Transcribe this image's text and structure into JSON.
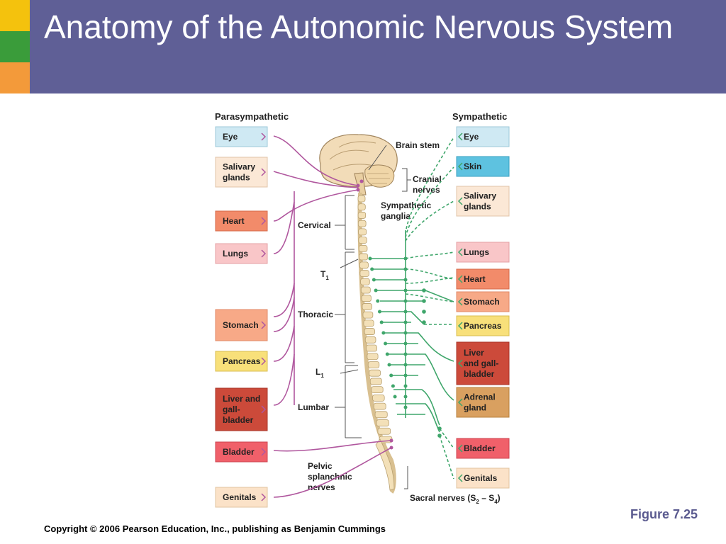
{
  "slide": {
    "title": "Anatomy of the Autonomic Nervous System",
    "figure": "Figure 7.25",
    "copyright": "Copyright © 2006 Pearson Education, Inc., publishing as Benjamin Cummings"
  },
  "colors": {
    "title_bar": "#5f5f96",
    "accent_yellow": "#f4c20d",
    "accent_green": "#3a9c3a",
    "accent_orange": "#f39a3a",
    "parasympathetic_nerve": "#b0579e",
    "sympathetic_nerve": "#3fa66b"
  },
  "parasympathetic": {
    "header": "Parasympathetic",
    "organs": [
      {
        "line1": "Eye",
        "line2": "",
        "icon": "eye"
      },
      {
        "line1": "Salivary",
        "line2": "glands",
        "icon": "salivary-glands"
      },
      {
        "line1": "Heart",
        "line2": "",
        "icon": "heart"
      },
      {
        "line1": "Lungs",
        "line2": "",
        "icon": "lungs"
      },
      {
        "line1": "Stomach",
        "line2": "",
        "icon": "stomach"
      },
      {
        "line1": "Pancreas",
        "line2": "",
        "icon": "pancreas"
      },
      {
        "line1": "Liver and",
        "line2": "gall-",
        "line3": "bladder",
        "icon": "liver"
      },
      {
        "line1": "Bladder",
        "line2": "",
        "icon": "bladder"
      },
      {
        "line1": "Genitals",
        "line2": "",
        "icon": "genitals"
      }
    ]
  },
  "sympathetic": {
    "header": "Sympathetic",
    "organs": [
      {
        "line1": "Eye",
        "line2": "",
        "icon": "eye"
      },
      {
        "line1": "Skin",
        "line2": "",
        "icon": "skin"
      },
      {
        "line1": "Salivary",
        "line2": "glands",
        "icon": "salivary-glands"
      },
      {
        "line1": "Lungs",
        "line2": "",
        "icon": "lungs"
      },
      {
        "line1": "Heart",
        "line2": "",
        "icon": "heart"
      },
      {
        "line1": "Stomach",
        "line2": "",
        "icon": "stomach"
      },
      {
        "line1": "Pancreas",
        "line2": "",
        "icon": "pancreas"
      },
      {
        "line1": "Liver",
        "line2": "and gall-",
        "line3": "bladder",
        "icon": "liver"
      },
      {
        "line1": "Adrenal",
        "line2": "gland",
        "icon": "adrenal-gland"
      },
      {
        "line1": "Bladder",
        "line2": "",
        "icon": "bladder"
      },
      {
        "line1": "Genitals",
        "line2": "",
        "icon": "genitals"
      }
    ]
  },
  "labels": {
    "brain_stem": "Brain stem",
    "cranial_1": "Cranial",
    "cranial_2": "nerves",
    "symp_ganglia_1": "Sympathetic",
    "symp_ganglia_2": "ganglia",
    "cervical": "Cervical",
    "t1": "T",
    "t1_sub": "1",
    "thoracic": "Thoracic",
    "l1": "L",
    "l1_sub": "1",
    "lumbar": "Lumbar",
    "pelvic_1": "Pelvic",
    "pelvic_2": "splanchnic",
    "pelvic_3": "nerves",
    "sacral": "Sacral nerves (S",
    "sacral_sub1": "2",
    "sacral_mid": " – S",
    "sacral_sub2": "4",
    "sacral_end": ")"
  }
}
